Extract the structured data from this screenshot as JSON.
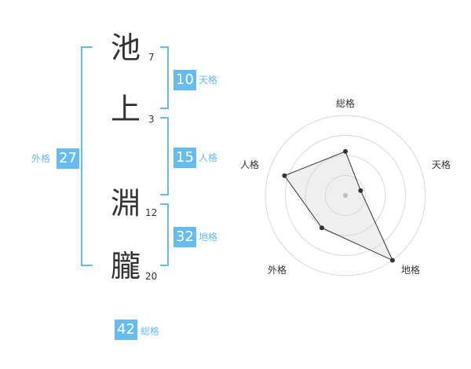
{
  "name": {
    "chars": [
      {
        "char": "池",
        "strokes": "7"
      },
      {
        "char": "上",
        "strokes": "3"
      },
      {
        "char": "淵",
        "strokes": "12"
      },
      {
        "char": "朧",
        "strokes": "20"
      }
    ]
  },
  "fortune": {
    "tenkaku": {
      "value": "10",
      "label": "天格"
    },
    "jinkaku": {
      "value": "15",
      "label": "人格"
    },
    "chikaku": {
      "value": "32",
      "label": "地格"
    },
    "gaikaku": {
      "value": "27",
      "label": "外格"
    },
    "soukaku": {
      "value": "42",
      "label": "総格"
    }
  },
  "colors": {
    "accent": "#66bbf0",
    "text": "#333333",
    "ring": "#d8d8d8",
    "fill": "#eeeeee"
  },
  "chart_data": {
    "type": "radar",
    "axes": [
      "総格",
      "天格",
      "地格",
      "外格",
      "人格"
    ],
    "values": [
      0.55,
      0.2,
      1.0,
      0.5,
      0.8
    ],
    "range": [
      0,
      1
    ],
    "rings": 4
  }
}
